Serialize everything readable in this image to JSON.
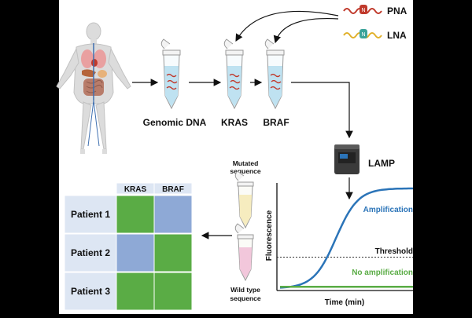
{
  "labels": {
    "pna": "PNA",
    "lna": "LNA",
    "lna_badge": "N",
    "pna_badge": "N",
    "genomic_dna": "Genomic DNA",
    "kras": "KRAS",
    "braf": "BRAF",
    "lamp": "LAMP",
    "mutated_line1": "Mutated",
    "mutated_line2": "sequence",
    "wild_line1": "Wild type",
    "wild_line2": "sequence"
  },
  "table": {
    "columns": [
      "KRAS",
      "BRAF"
    ],
    "rows": [
      {
        "label": "Patient 1",
        "kras": "green",
        "braf": "blue"
      },
      {
        "label": "Patient 2",
        "kras": "blue",
        "braf": "green"
      },
      {
        "label": "Patient 3",
        "kras": "green",
        "braf": "green"
      }
    ]
  },
  "colors": {
    "green": "#5aac45",
    "blue": "#8ea9d6",
    "row_label_bg": "#dde6f3",
    "amplification": "#2b74b8",
    "no_amplification": "#5aac45",
    "pna_strand": "#c0392b",
    "lna_strand": "#e1b12c",
    "tube_liquid": "#bfe2f1",
    "mutated_liquid": "#f6ecbf",
    "wild_liquid": "#f2c7db"
  },
  "chart_data": {
    "type": "line",
    "xlabel": "Time (min)",
    "ylabel": "Fluorescence",
    "threshold_label": "Threshold",
    "threshold": 0.31,
    "ylim": [
      0,
      1
    ],
    "series": [
      {
        "name": "Amplification",
        "color": "#2b74b8",
        "midpoint": 0.42,
        "steepness": 12,
        "base": 0.02,
        "max": 0.95
      },
      {
        "name": "No amplification",
        "color": "#5aac45",
        "flat": 0.035
      }
    ]
  }
}
